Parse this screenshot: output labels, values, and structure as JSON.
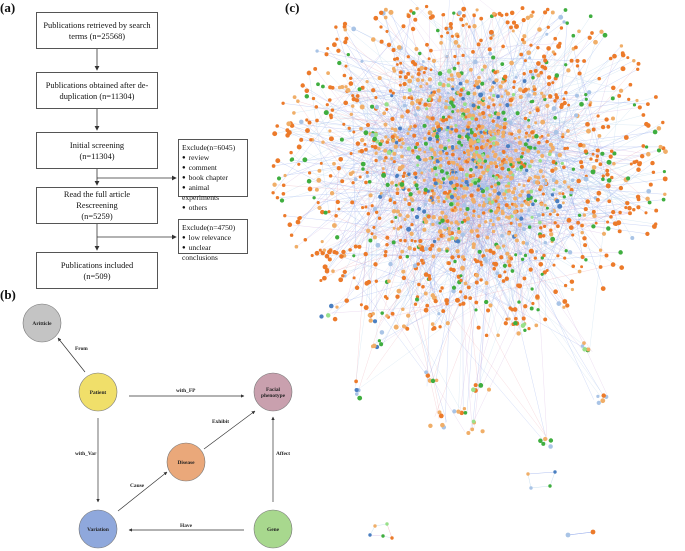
{
  "panels": {
    "a": "(a)",
    "b": "(b)",
    "c": "(c)"
  },
  "flowchart": {
    "steps": [
      {
        "line1": "Publications retrieved by search",
        "line2": "terms (n=25568)"
      },
      {
        "line1": "Publications obtained after de-",
        "line2": "duplication (n=11304)"
      },
      {
        "line1": "Initial screening",
        "line2": "(n=11304)"
      },
      {
        "line1": "Read the full article Rescreening",
        "line2": "(n=5259)"
      },
      {
        "line1": "Publications included",
        "line2": "(n=509)"
      }
    ],
    "exclusions": [
      {
        "title": "Exclude(n=6045)",
        "items": [
          "review",
          "comment",
          "book chapter",
          "animal experiments",
          "others"
        ]
      },
      {
        "title": "Exclude(n=4750)",
        "items": [
          "low relevance",
          "unclear conclusions"
        ]
      }
    ]
  },
  "schema": {
    "nodes": [
      {
        "id": "article",
        "label": "Aritticle",
        "color": "#c4c4c4"
      },
      {
        "id": "patient",
        "label": "Patient",
        "color": "#f0df6a"
      },
      {
        "id": "facial",
        "label": "Facial phenotype",
        "line1": "Facial",
        "line2": "phenotype",
        "color": "#c9a0ae"
      },
      {
        "id": "disease",
        "label": "Disease",
        "color": "#eaa87a"
      },
      {
        "id": "variation",
        "label": "Variation",
        "color": "#8fa8dc"
      },
      {
        "id": "gene",
        "label": "Gene",
        "color": "#a8d88e"
      }
    ],
    "edges": [
      {
        "from": "patient",
        "to": "article",
        "label": "From"
      },
      {
        "from": "patient",
        "to": "facial",
        "label": "with_FP"
      },
      {
        "from": "patient",
        "to": "variation",
        "label": "with_Var"
      },
      {
        "from": "disease",
        "to": "facial",
        "label": "Exhibit"
      },
      {
        "from": "variation",
        "to": "disease",
        "label": "Cause"
      },
      {
        "from": "gene",
        "to": "facial",
        "label": "Affect"
      },
      {
        "from": "gene",
        "to": "variation",
        "label": "Have"
      }
    ]
  },
  "network": {
    "node_colors": {
      "disease": "#f0ae68",
      "phenotype": "#ec7a2a",
      "gene": "#3fae3f",
      "gene_light": "#98e08a",
      "variation": "#4a7fc1",
      "article": "#a9c4e6"
    },
    "edge_colors": [
      "#a9cde6",
      "#7f9ae8",
      "#e89aa6",
      "#c9a3d9"
    ]
  }
}
